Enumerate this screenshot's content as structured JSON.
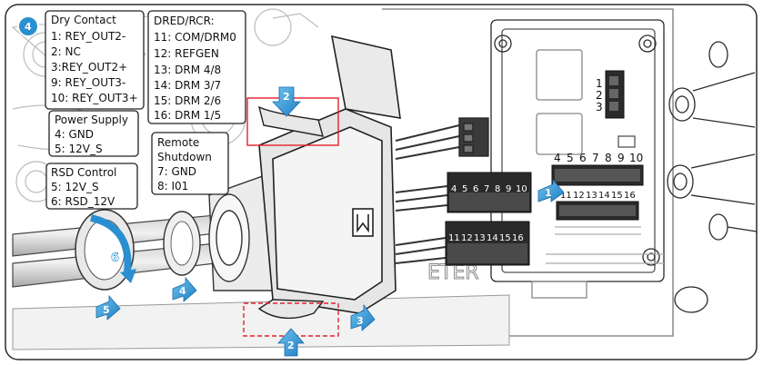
{
  "step_badge": "4",
  "dry_contact": {
    "title": "Dry Contact",
    "lines": [
      "1: REY_OUT2-",
      "2: NC",
      "3:REY_OUT2+",
      "9: REY_OUT3-",
      "10: REY_OUT3+"
    ]
  },
  "dred_rcr": {
    "title": "DRED/RCR:",
    "lines": [
      "11: COM/DRM0",
      "12: REFGEN",
      "13: DRM 4/8",
      "14: DRM 3/7",
      "15: DRM 2/6",
      "16: DRM 1/5"
    ]
  },
  "power_supply": {
    "title": "Power Supply",
    "lines": [
      "4: GND",
      "5: 12V_S"
    ]
  },
  "remote_shutdown": {
    "title_lines": [
      "Remote",
      "Shutdown"
    ],
    "lines": [
      "7: GND",
      "8: I01"
    ]
  },
  "rsd_control": {
    "title": "RSD Control",
    "lines": [
      "5: 12V_S",
      "6: RSD_12V"
    ]
  },
  "plug_top_pins": [
    "4",
    "5",
    "6",
    "7",
    "8",
    "9",
    "10"
  ],
  "plug_bottom_pins": [
    "11",
    "12",
    "13",
    "14",
    "15",
    "16"
  ],
  "socket_top_pins": [
    "4",
    "5",
    "6",
    "7",
    "8",
    "9",
    "10"
  ],
  "socket_bottom_pins": [
    "11",
    "12",
    "13",
    "14",
    "15",
    "16"
  ],
  "socket_side_pins": [
    "1",
    "2",
    "3"
  ],
  "step_arrows": {
    "one": "1",
    "two_top": "2",
    "two_bottom": "2",
    "three": "3",
    "four": "4",
    "five": "5",
    "six": "6"
  },
  "panel_text": "ETER",
  "colors": {
    "accent": "#2a8fd0",
    "highlight": "#e8202a",
    "line": "#1a1a1a",
    "gray": "#9a9a9a"
  }
}
